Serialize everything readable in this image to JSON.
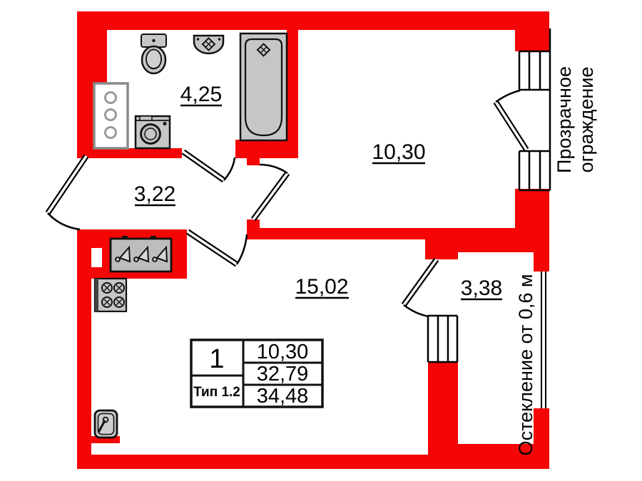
{
  "plan": {
    "title": "apartment floor plan, 1-room, type 1.2",
    "labels": {
      "bathroom": "4,25",
      "hallway": "3,22",
      "room": "10,30",
      "kitchen_living": "15,02",
      "balcony": "3,38"
    },
    "annotations": {
      "railing": "Прозрачное ограждение",
      "railing_line1": "Прозрачное",
      "railing_line2": "ограждение",
      "glazing": "Остекление от 0,6 м"
    },
    "info_table": {
      "rooms_count": "1",
      "type": "Тип 1.2",
      "living_area": "10,30",
      "apartment_area": "32,79",
      "total_area": "34,48"
    },
    "colors": {
      "wall": "#f50505",
      "fixture_fill": "#c6c6c6",
      "outline": "#111111"
    },
    "icons": [
      "toilet-icon",
      "bath-sink-icon",
      "bathtub-icon",
      "washing-machine-icon",
      "utility-shaft-icon",
      "wardrobe-icon",
      "stove-icon",
      "kitchen-sink-icon"
    ]
  }
}
